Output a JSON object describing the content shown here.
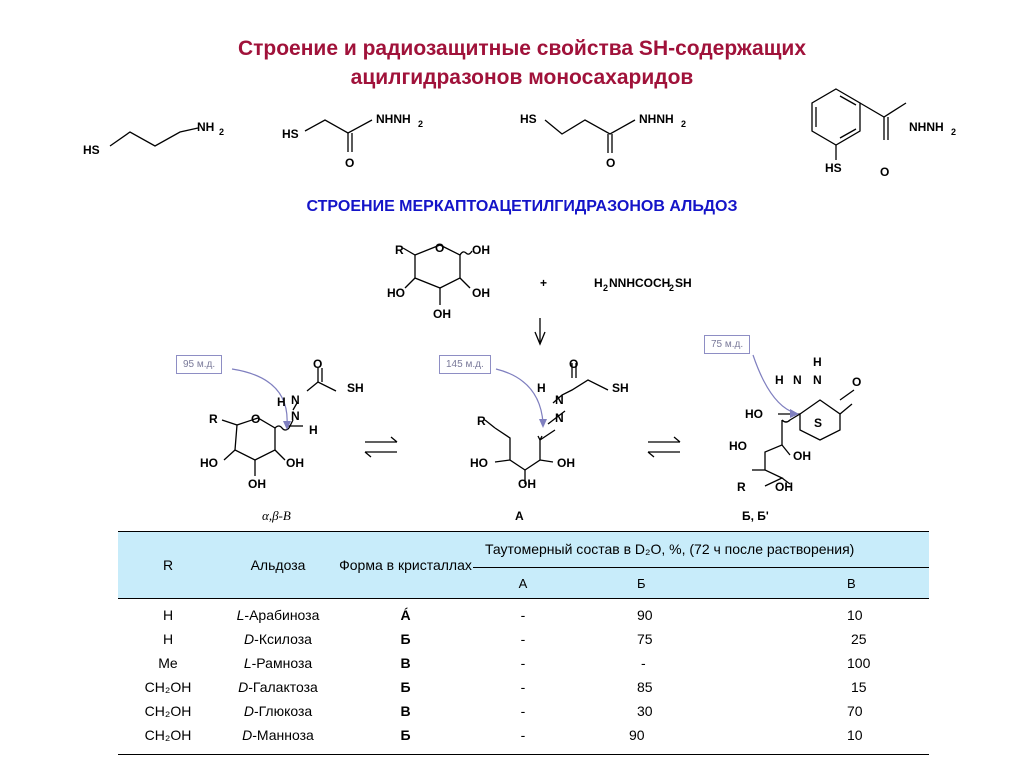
{
  "title_line1": "Строение и радиозащитные свойства SH-содержащих",
  "title_line2": "ацилгидразонов моносахаридов",
  "subtitle": "СТРОЕНИЕ МЕРКАПТОАЦЕТИЛГИДРАЗОНОВ АЛЬДОЗ",
  "structures": {
    "s1": {
      "hs": "HS",
      "nh": "NH",
      "sub2": "2"
    },
    "s2": {
      "hs": "HS",
      "nhnh": "NHNH",
      "sub2": "2",
      "o": "O"
    },
    "s3": {
      "hs": "HS",
      "nhnh": "NHNH",
      "sub2": "2",
      "o": "O"
    },
    "s4": {
      "hs": "HS",
      "nhnh": "NHNH",
      "sub2": "2",
      "o": "O"
    }
  },
  "reaction": {
    "sugar": {
      "r": "R",
      "o": "O",
      "oh": "OH"
    },
    "plus": "+",
    "reagent": {
      "h": "H",
      "sub2": "2",
      "nnhcoch": "NNHCOCH",
      "sh": "SH"
    }
  },
  "forms": {
    "B_label": "α,β-В",
    "A_label": "А",
    "Bb_label": "Б, Б'",
    "atoms": {
      "r": "R",
      "o": "O",
      "oh": "OH",
      "n": "N",
      "h": "H",
      "sh": "SH",
      "s": "S",
      "ho": "HO"
    }
  },
  "callouts": {
    "c1": "95 м.д.",
    "c2": "145 м.д.",
    "c3": "75 м.д."
  },
  "table": {
    "headers": {
      "r": "R",
      "aldose": "Альдоза",
      "form": "Форма в кристаллах",
      "composition": "Таутомерный состав в D₂O, %, (72 ч после растворения)",
      "a": "А",
      "b": "Б",
      "v": "В"
    },
    "rows": [
      {
        "r": "H",
        "aldose_prefix": "L",
        "aldose_name": "-Арабиноза",
        "form": "Á",
        "a": "-",
        "b": "90",
        "v": "10"
      },
      {
        "r": "H",
        "aldose_prefix": "D",
        "aldose_name": "-Ксилоза",
        "form": "Б",
        "a": "-",
        "b": "75",
        "v": "25"
      },
      {
        "r": "Me",
        "aldose_prefix": "L",
        "aldose_name": "-Рамноза",
        "form": "В",
        "a": "-",
        "b": "-",
        "v": "100"
      },
      {
        "r": "CH₂OH",
        "aldose_prefix": "D",
        "aldose_name": "-Галактоза",
        "form": "Б",
        "a": "-",
        "b": "85",
        "v": "15"
      },
      {
        "r": "CH₂OH",
        "aldose_prefix": "D",
        "aldose_name": "-Глюкоза",
        "form": "В",
        "a": "-",
        "b": "30",
        "v": "70"
      },
      {
        "r": "CH₂OH",
        "aldose_prefix": "D",
        "aldose_name": "-Манноза",
        "form": "Б",
        "a": "-",
        "b": "90",
        "v": "10"
      }
    ]
  }
}
